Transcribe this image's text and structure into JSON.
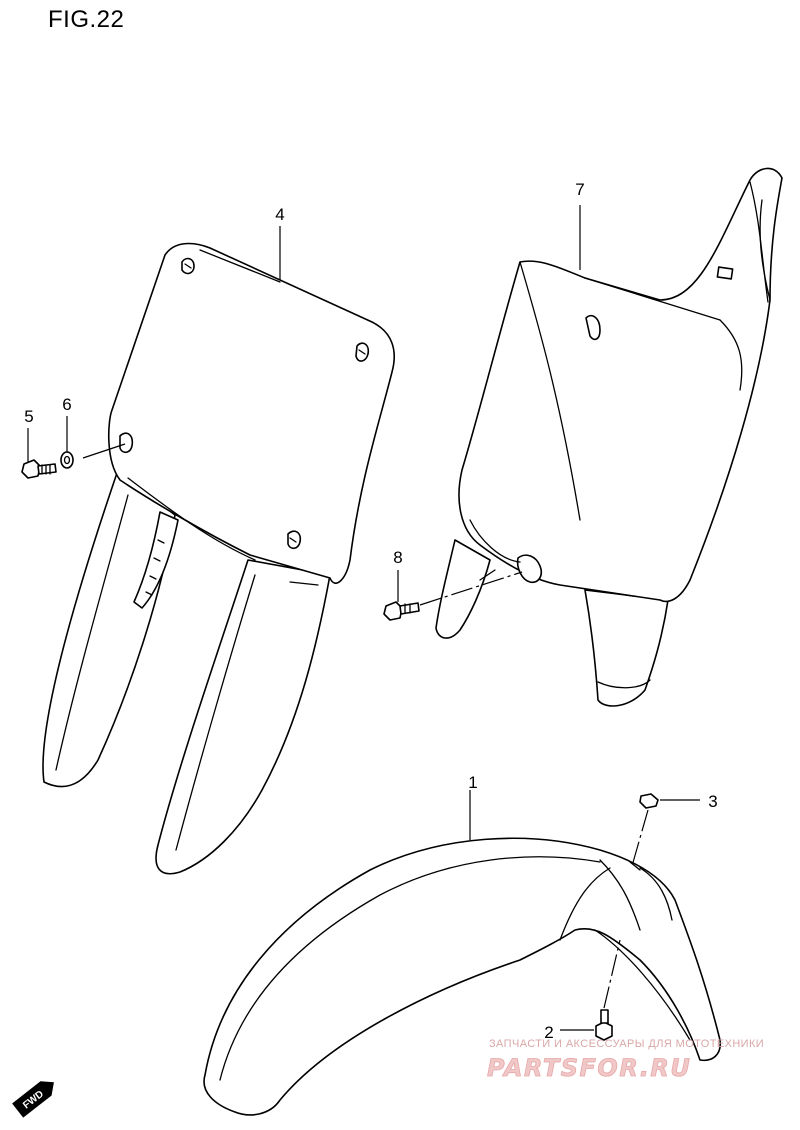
{
  "figure": {
    "title": "FIG.22"
  },
  "callouts": [
    {
      "id": "1",
      "label": "1"
    },
    {
      "id": "2",
      "label": "2"
    },
    {
      "id": "3",
      "label": "3"
    },
    {
      "id": "4",
      "label": "4"
    },
    {
      "id": "5",
      "label": "5"
    },
    {
      "id": "6",
      "label": "6"
    },
    {
      "id": "7",
      "label": "7"
    },
    {
      "id": "8",
      "label": "8"
    }
  ],
  "direction_badge": {
    "label": "FWD"
  },
  "watermark": {
    "tagline": "ЗАПЧАСТИ И АКСЕССУАРЫ ДЛЯ МОТОТЕХНИКИ",
    "brand": "PARTSFOR.RU"
  }
}
